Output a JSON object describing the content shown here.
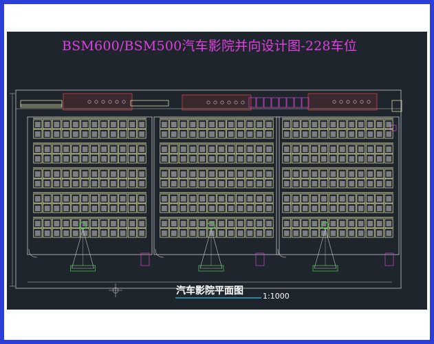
{
  "title": "BSM600/BSM500汽车影院并向设计图-228车位",
  "plan": {
    "name": "汽车影院平面图",
    "scale": "1:1000"
  },
  "colors": {
    "border": "#2b3fd6",
    "cad_background": "#1f252c",
    "title": "#e040e0",
    "stall_line": "#d8d8a0",
    "structure": "#d04040",
    "accent": "#c040c0",
    "dimension": "#c8c8c8"
  },
  "parking": {
    "screen_zones": 3,
    "rows_per_zone": 5,
    "stalls_per_row": 12
  }
}
